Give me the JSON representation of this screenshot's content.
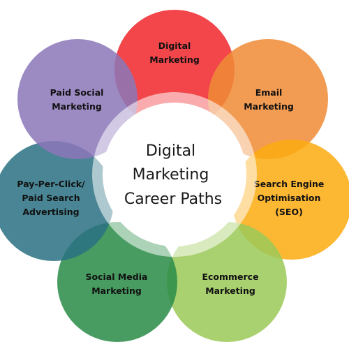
{
  "diagram": {
    "center": {
      "lines": [
        "Digital",
        "Marketing",
        "Career Paths"
      ]
    },
    "petals": [
      {
        "id": "digital-marketing",
        "lines": [
          "Digital",
          "Marketing"
        ],
        "color": "#f0282d"
      },
      {
        "id": "email-marketing",
        "lines": [
          "Email",
          "Marketing"
        ],
        "color": "#f08a35"
      },
      {
        "id": "seo",
        "lines": [
          "Search Engine",
          "Optimisation",
          "(SEO)"
        ],
        "color": "#fcab12"
      },
      {
        "id": "ecommerce-marketing",
        "lines": [
          "Ecommerce",
          "Marketing"
        ],
        "color": "#9cca58"
      },
      {
        "id": "social-media-marketing",
        "lines": [
          "Social Media",
          "Marketing"
        ],
        "color": "#2a8c47"
      },
      {
        "id": "ppc-advertising",
        "lines": [
          "Pay-Per-Click/",
          "Paid Search",
          "Advertising"
        ],
        "color": "#2b7182"
      },
      {
        "id": "paid-social-marketing",
        "lines": [
          "Paid Social",
          "Marketing"
        ],
        "color": "#8c77b9"
      }
    ]
  }
}
